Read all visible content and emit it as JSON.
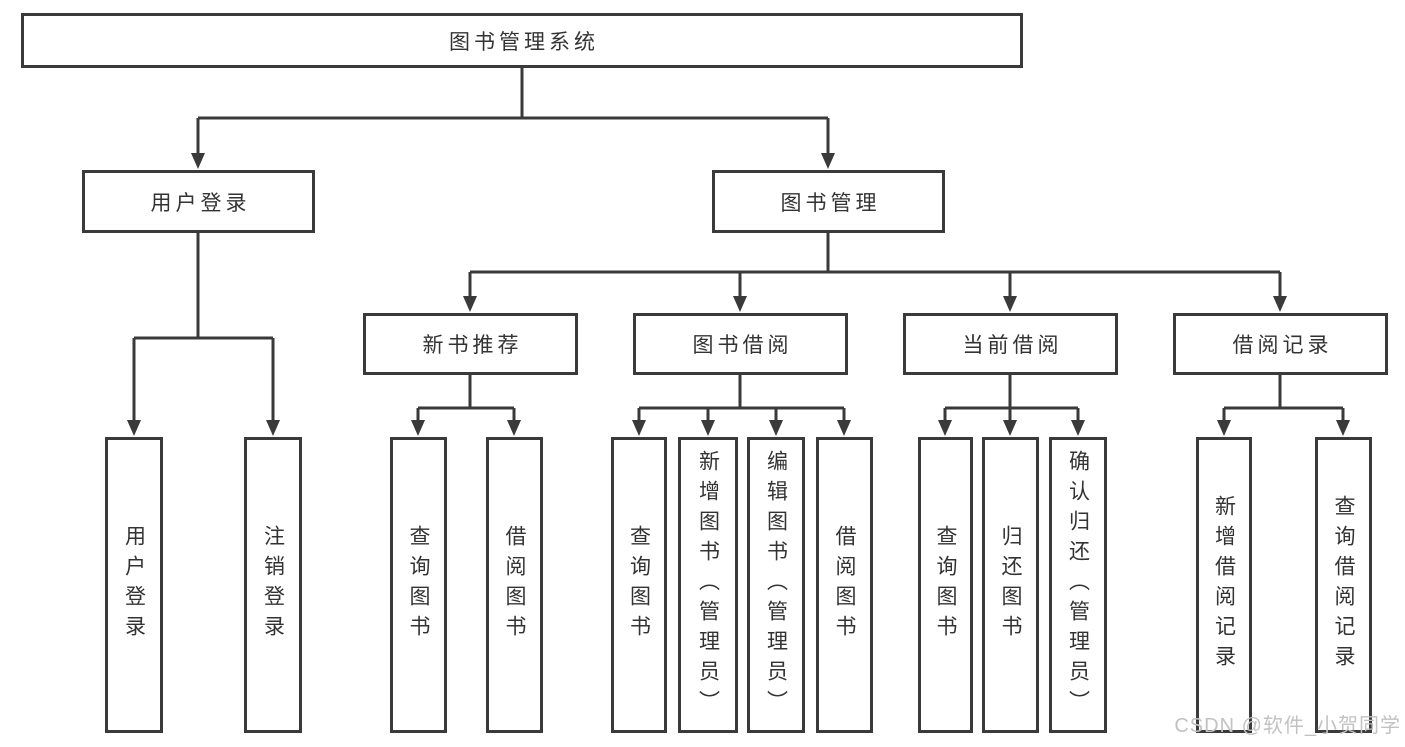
{
  "diagram": {
    "type": "hierarchy",
    "root": {
      "label": "图书管理系统"
    },
    "level2": [
      {
        "label": "用户登录"
      },
      {
        "label": "图书管理"
      }
    ],
    "level3": [
      {
        "label": "新书推荐",
        "parent": "图书管理"
      },
      {
        "label": "图书借阅",
        "parent": "图书管理"
      },
      {
        "label": "当前借阅",
        "parent": "图书管理"
      },
      {
        "label": "借阅记录",
        "parent": "图书管理"
      }
    ],
    "leaves": [
      {
        "label": "用户登录",
        "parent": "用户登录"
      },
      {
        "label": "注销登录",
        "parent": "用户登录"
      },
      {
        "label": "查询图书",
        "parent": "新书推荐"
      },
      {
        "label": "借阅图书",
        "parent": "新书推荐"
      },
      {
        "label": "查询图书",
        "parent": "图书借阅"
      },
      {
        "label": "新增图书（管理员）",
        "parent": "图书借阅"
      },
      {
        "label": "编辑图书（管理员）",
        "parent": "图书借阅"
      },
      {
        "label": "借阅图书",
        "parent": "图书借阅"
      },
      {
        "label": "查询图书",
        "parent": "当前借阅"
      },
      {
        "label": "归还图书",
        "parent": "当前借阅"
      },
      {
        "label": "确认归还（管理员）",
        "parent": "当前借阅"
      },
      {
        "label": "新增借阅记录",
        "parent": "借阅记录"
      },
      {
        "label": "查询借阅记录",
        "parent": "借阅记录"
      }
    ]
  },
  "watermark": "CSDN @软件_小贺同学",
  "colors": {
    "line": "#3a3a3a",
    "box_border": "#3a3a3a",
    "text": "#333333",
    "watermark": "#c2c2c2",
    "background": "#ffffff"
  }
}
